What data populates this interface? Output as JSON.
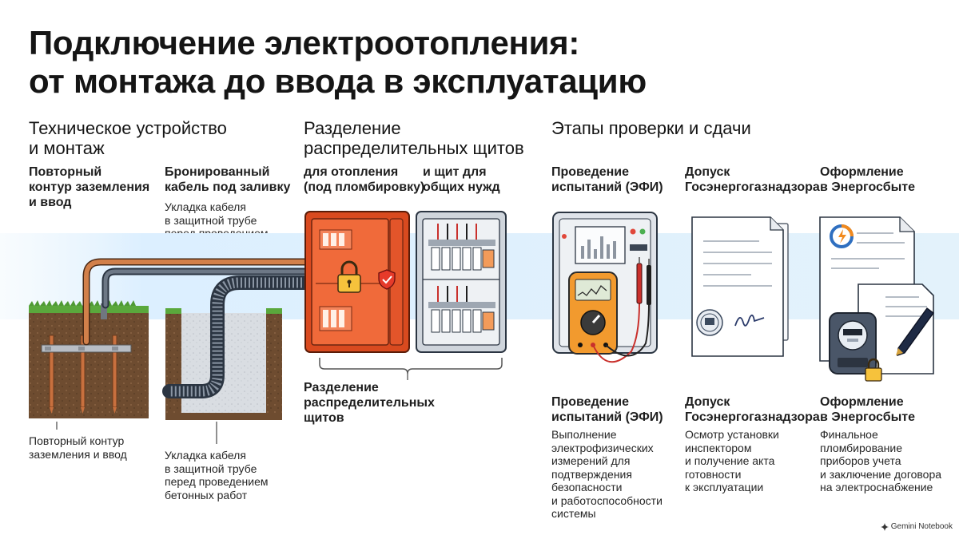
{
  "title": {
    "line1": "Подключение электроотопления:",
    "line2": "от монтажа до ввода в эксплуатацию"
  },
  "sections": {
    "install": "Техническое устройство\nи монтаж",
    "panels": "Разделение\nраспределительных щитов",
    "checks": "Этапы проверки и сдачи"
  },
  "install": {
    "grounding_label": "Повторный\nконтур заземления\nи ввод",
    "cable_label": "Бронированный\nкабель под заливку",
    "cable_note_top": "Укладка кабеля\nв защитной трубе\nперед проведением\nбетонных работ",
    "grounding_caption": "Повторный контур\nзаземления и ввод",
    "cable_caption": "Укладка кабеля\nв защитной трубе\nперед проведением\nбетонных работ"
  },
  "panels": {
    "heating_label": "для отопления\n(под пломбировку)",
    "common_label": "и щит для\nобщих нужд",
    "caption": "Разделение\nраспределительных\nщитов"
  },
  "checks": {
    "efi_title": "Проведение\nиспытаний (ЭФИ)",
    "inspection_title": "Допуск\nГосэнергогазнадзора",
    "contract_title": "Оформление\nв Энергосбыте",
    "efi_title_bottom": "Проведение\nиспытаний (ЭФИ)",
    "inspection_title_bottom": "Допуск\nГосэнергогазнадзора",
    "contract_title_bottom": "Оформление\nв Энергосбыте",
    "efi_desc": "Выполнение\nэлектрофизических\nизмерений для\nподтверждения\nбезопасности\nи работоспособности\nсистемы",
    "inspection_desc": "Осмотр установки\nинспектором\nи получение акта\nготовности\nк эксплуатации",
    "contract_desc": "Финальное\nпломбирование\nприборов учета\nи заключение договора\nна электроснабжение"
  },
  "footer": {
    "brand": "Gemini Notebook"
  },
  "colors": {
    "accent_orange": "#ee5a2c",
    "panel_gray": "#dfe3e9",
    "soil": "#6b4a2e",
    "grass": "#5aa83c",
    "copper": "#c8703e",
    "flow_band": "#e6f3fb"
  },
  "icons": [
    "lock-icon",
    "shield-icon",
    "multimeter-icon",
    "document-icon",
    "stamp-icon",
    "signature-icon",
    "energy-logo-icon",
    "electric-meter-icon",
    "pen-icon",
    "sparkle-icon"
  ]
}
